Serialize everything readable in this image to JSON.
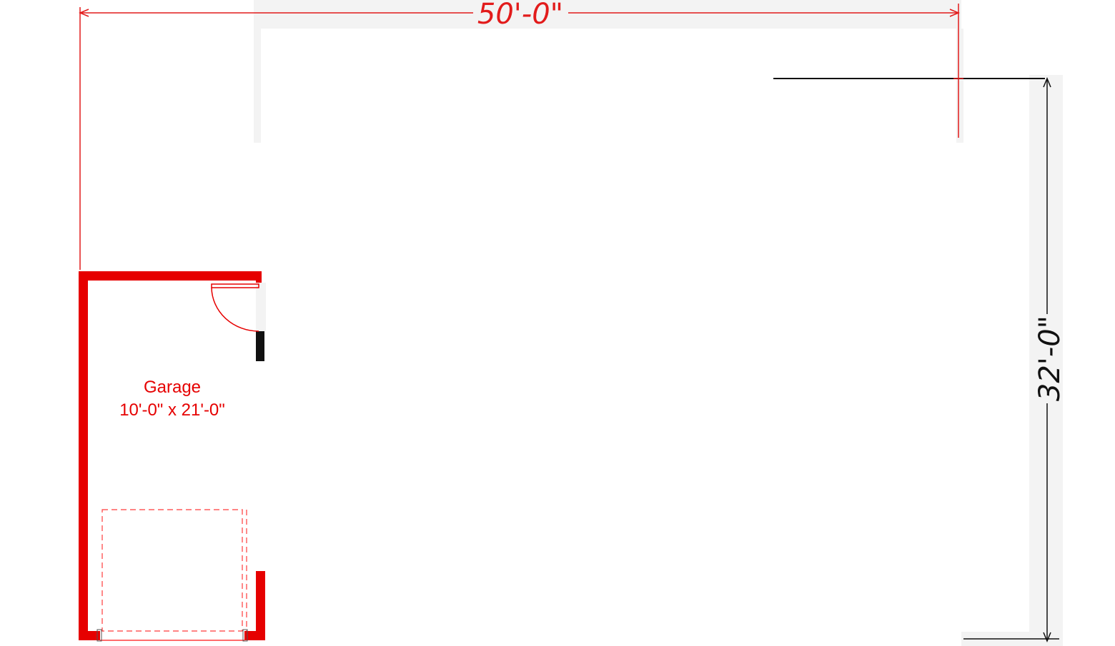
{
  "colors": {
    "accent": "#ff0000",
    "wall": "#e60000",
    "dimension": "#e21b1b",
    "black_wall": "#111111",
    "ghost": "#f3f3f3",
    "text_black": "#111111",
    "background": "#ffffff"
  },
  "dimensions": {
    "width_label": "50'-0\"",
    "height_label": "32'-0\""
  },
  "room": {
    "name": "Garage",
    "size": "10'-0\" x 21'-0\""
  }
}
